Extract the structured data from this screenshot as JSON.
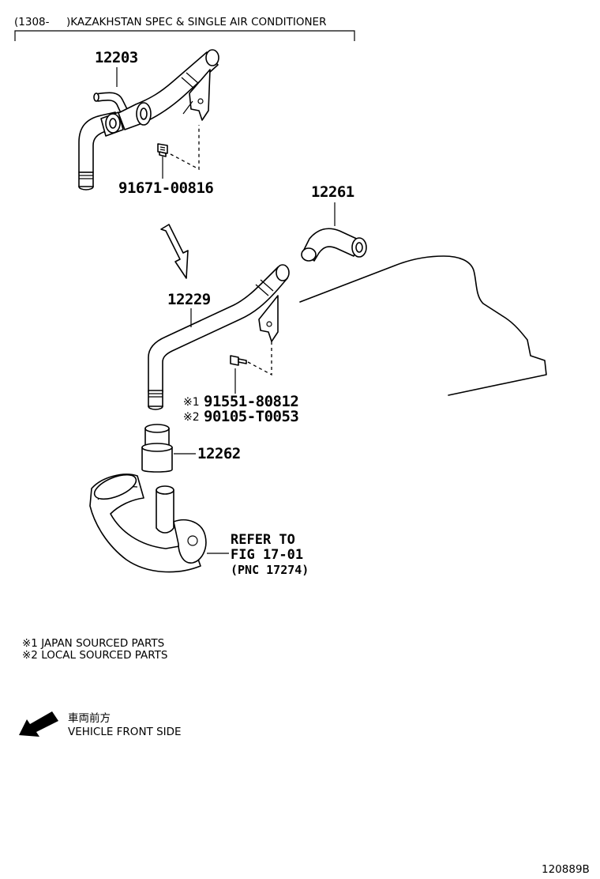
{
  "header": {
    "condition": "(1308-     )KAZAKHSTAN SPEC & SINGLE AIR CONDITIONER"
  },
  "parts": {
    "p12203": "12203",
    "p91671": "91671-00816",
    "p12261": "12261",
    "p12229": "12229",
    "p91551_mark": "※1",
    "p91551": "91551-80812",
    "p90105_mark": "※2",
    "p90105": "90105-T0053",
    "p12262": "12262"
  },
  "refer": {
    "line1": "REFER TO",
    "line2": "FIG 17-01",
    "line3": "(PNC 17274)"
  },
  "notes": {
    "note1": "※1 JAPAN SOURCED PARTS",
    "note2": "※2 LOCAL SOURCED PARTS"
  },
  "front": {
    "japanese": "車両前方",
    "english": "VEHICLE FRONT SIDE"
  },
  "figure_id": "120889B"
}
